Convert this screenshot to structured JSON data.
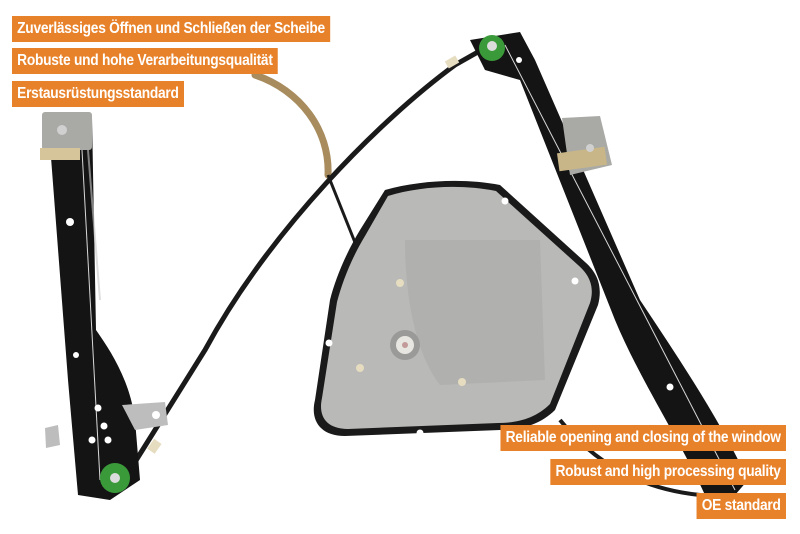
{
  "colors": {
    "badge_bg": "#e8822a",
    "badge_text": "#ffffff",
    "background": "#ffffff",
    "rail": "#141414",
    "plate": "#b9bab7",
    "pulley": "#3a9a3a",
    "cable_sheath": "#a88c5e"
  },
  "product": {
    "subject": "window-regulator",
    "components": [
      "left-guide-rail",
      "right-guide-rail",
      "motor-mount-plate",
      "cable",
      "pulleys",
      "glass-clamps"
    ]
  },
  "labels_de": [
    {
      "text": "Zuverlässiges Öffnen und Schließen der Scheibe"
    },
    {
      "text": "Robuste und hohe Verarbeitungsqualität"
    },
    {
      "text": "Erstausrüstungsstandard"
    }
  ],
  "labels_en": [
    {
      "text": "Reliable opening and closing of the window"
    },
    {
      "text": "Robust and high processing quality"
    },
    {
      "text": "OE standard"
    }
  ]
}
